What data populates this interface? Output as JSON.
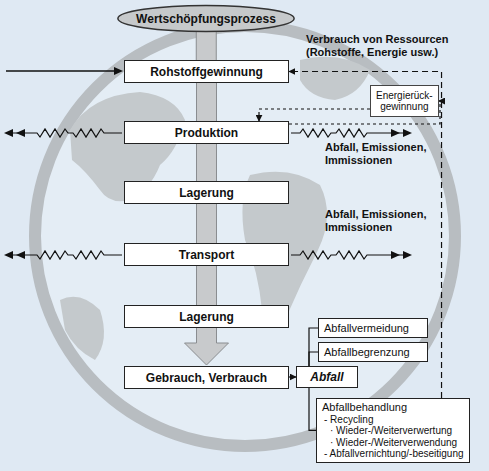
{
  "diagram": {
    "nodes": [
      {
        "text": [
          "Wertschöpfungsprozess"
        ]
      },
      {
        "text": [
          "Rohstoffgewinnung"
        ]
      },
      {
        "text": [
          "Energierück- gewinnung"
        ]
      },
      {
        "text": [
          "Produktion"
        ]
      },
      {
        "text": [
          "Lagerung"
        ]
      },
      {
        "text": [
          "Transport"
        ]
      },
      {
        "text": [
          "Lagerung"
        ]
      },
      {
        "text": [
          "Gebrauch, Verbrauch"
        ]
      },
      {
        "text": [
          "Abfall"
        ]
      },
      {
        "text": [
          "Abfallvermeidung"
        ]
      },
      {
        "text": [
          "Abfallbegrenzung"
        ]
      },
      {
        "text": [
          "Abfallbehandlung",
          "- Recycling",
          "· Wieder-/Weiterverwertung",
          "· Wieder-/Weiterverwendung",
          "- Abfallvernichtung/-beseitigung"
        ]
      }
    ],
    "edges": [
      {
        "from": 0,
        "to": 1,
        "arrow": "none"
      },
      {
        "from": 1,
        "to": 3,
        "arrow": "none"
      },
      {
        "from": 3,
        "to": 4,
        "arrow": "none"
      },
      {
        "from": 4,
        "to": 5,
        "arrow": "none"
      },
      {
        "from": 5,
        "to": 6,
        "arrow": "none"
      },
      {
        "from": 6,
        "to": 7,
        "arrow": "to"
      },
      {
        "from": 7,
        "to": 8,
        "arrow": "to"
      },
      {
        "from": 8,
        "to": 9,
        "arrow": "none"
      },
      {
        "from": 8,
        "to": 10,
        "arrow": "none"
      },
      {
        "from": 8,
        "to": 11,
        "arrow": "none"
      },
      {
        "from": 3,
        "to": 2,
        "arrow": "to"
      },
      {
        "from": 2,
        "to": 3,
        "arrow": "to"
      },
      {
        "from": 11,
        "to": 1,
        "arrow": "to"
      }
    ],
    "labels": [
      "Verbrauch von Ressourcen (Rohstoffe, Energie usw.)",
      "Abfall, Emissionen, Immissionen",
      "Abfall, Emissionen, Immissionen"
    ]
  }
}
